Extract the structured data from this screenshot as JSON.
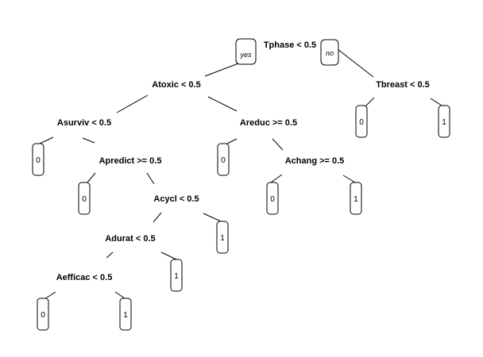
{
  "tree": {
    "branch_labels": {
      "yes": "yes",
      "no": "no"
    },
    "nodes": [
      {
        "id": "n1",
        "label": "Tphase < 0.5"
      },
      {
        "id": "n2",
        "label": "Atoxic < 0.5"
      },
      {
        "id": "n3",
        "label": "Tbreast < 0.5"
      },
      {
        "id": "n4",
        "label": "Asurviv < 0.5"
      },
      {
        "id": "n5",
        "label": "Areduc >= 0.5"
      },
      {
        "id": "n6",
        "label": "Apredict >= 0.5"
      },
      {
        "id": "n7",
        "label": "Achang >= 0.5"
      },
      {
        "id": "n8",
        "label": "Acycl < 0.5"
      },
      {
        "id": "n9",
        "label": "Adurat < 0.5"
      },
      {
        "id": "n10",
        "label": "Aefficac < 0.5"
      }
    ],
    "leaves": [
      {
        "id": "l1",
        "value": "0"
      },
      {
        "id": "l2",
        "value": "1"
      },
      {
        "id": "l3",
        "value": "0"
      },
      {
        "id": "l4",
        "value": "0"
      },
      {
        "id": "l5",
        "value": "0"
      },
      {
        "id": "l6",
        "value": "0"
      },
      {
        "id": "l7",
        "value": "1"
      },
      {
        "id": "l8",
        "value": "1"
      },
      {
        "id": "l9",
        "value": "1"
      },
      {
        "id": "l10",
        "value": "0"
      },
      {
        "id": "l11",
        "value": "1"
      }
    ]
  }
}
